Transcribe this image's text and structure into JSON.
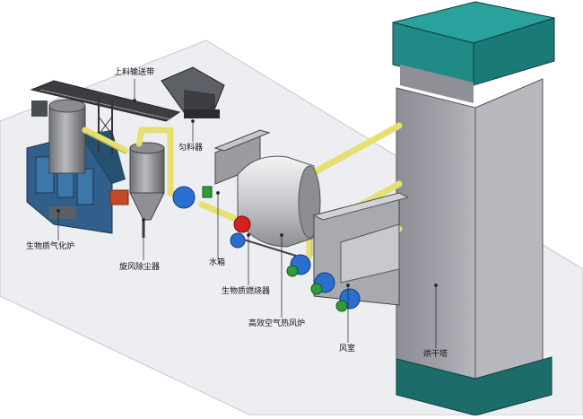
{
  "labels": {
    "conveyor": "上料输送带",
    "hopper": "匀料器",
    "gasifier": "生物质气化炉",
    "cyclone": "旋风除尘器",
    "water_tank": "水箱",
    "burner": "生物质燃烧器",
    "hot_air_furnace": "高效空气热风炉",
    "air_chamber": "风室",
    "drying_tower": "烘干塔"
  },
  "colors": {
    "pipe": "#e6e070",
    "tower_cap": "#1f8a86",
    "tower_body": "#9a9aa2",
    "gasifier_blue": "#2f5f8a",
    "fan_green": "#2e9d3a",
    "pump_red": "#d62020",
    "floor": "#eceef2"
  }
}
